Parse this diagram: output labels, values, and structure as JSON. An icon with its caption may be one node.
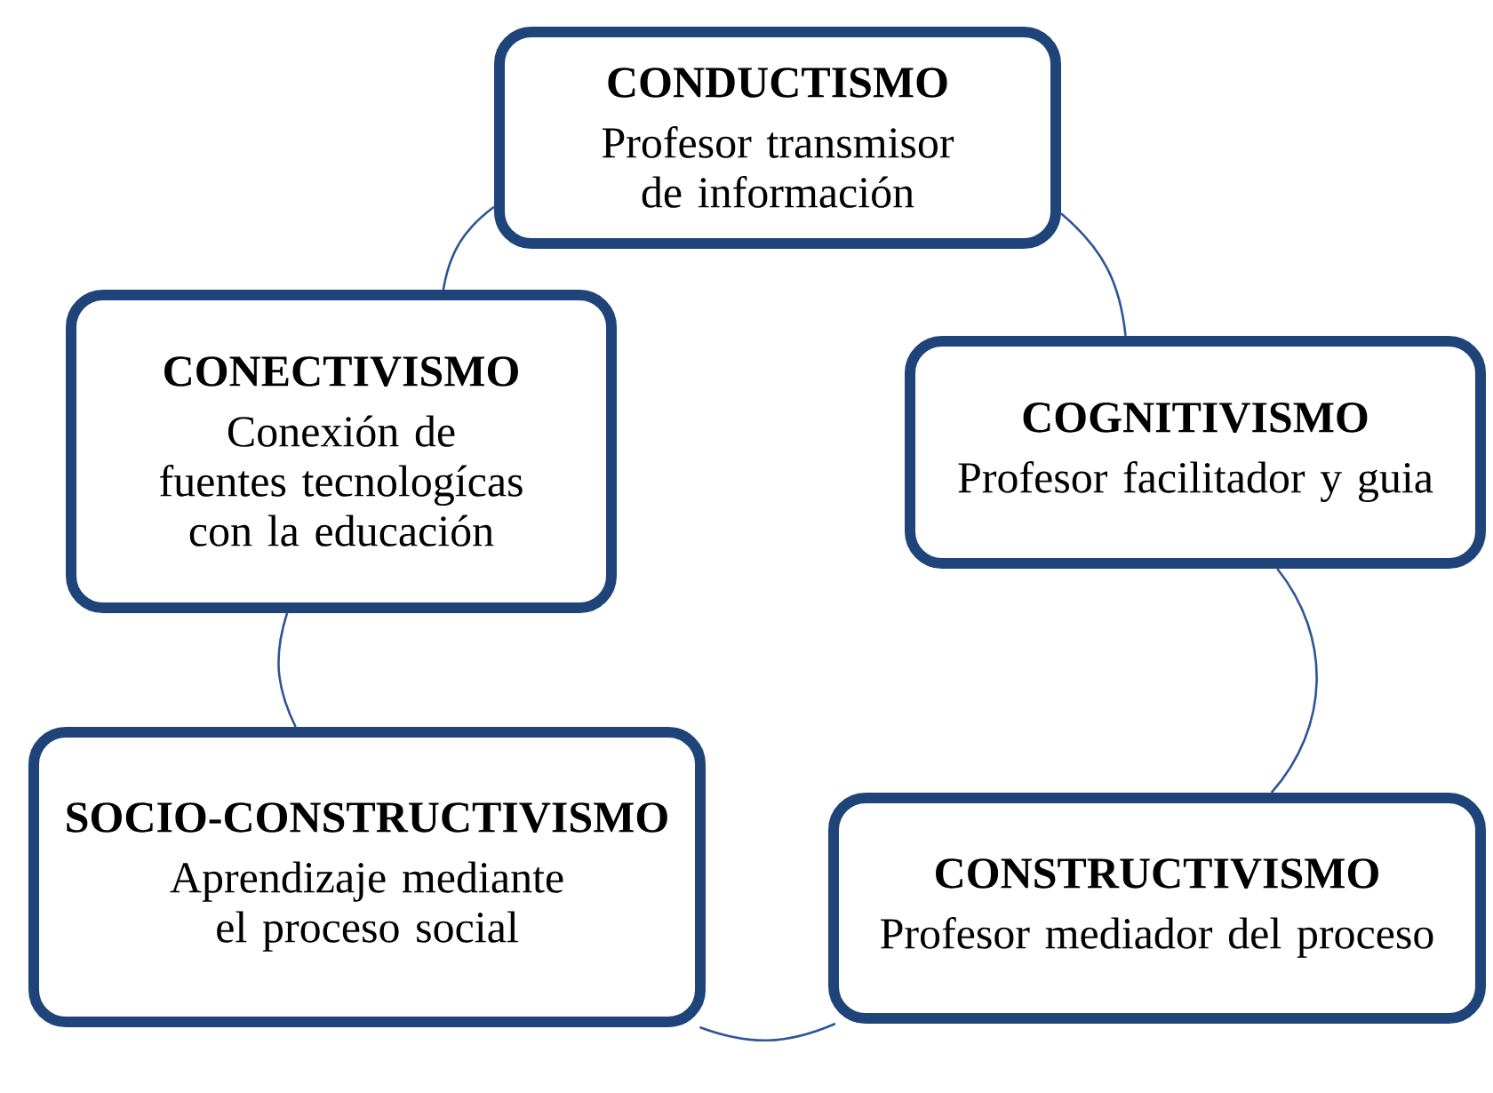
{
  "diagram": {
    "nodes": [
      {
        "text": [
          "CONDUCTISMO",
          "Profesor transmisor de información"
        ]
      },
      {
        "text": [
          "CONECTIVISMO",
          "Conexión de fuentes tecnologícas con la educación"
        ]
      },
      {
        "text": [
          "COGNITIVISMO",
          "Profesor facilitador y guia"
        ]
      },
      {
        "text": [
          "SOCIO-CONSTRUCTIVISMO",
          "Aprendizaje mediante el proceso social"
        ]
      },
      {
        "text": [
          "CONSTRUCTIVISMO",
          "Profesor mediador del proceso"
        ]
      }
    ],
    "edges": [
      {
        "from": 0,
        "to": 2,
        "arrow": "none"
      },
      {
        "from": 2,
        "to": 4,
        "arrow": "none"
      },
      {
        "from": 4,
        "to": 3,
        "arrow": "none"
      },
      {
        "from": 3,
        "to": 1,
        "arrow": "none"
      },
      {
        "from": 1,
        "to": 0,
        "arrow": "none"
      }
    ]
  }
}
